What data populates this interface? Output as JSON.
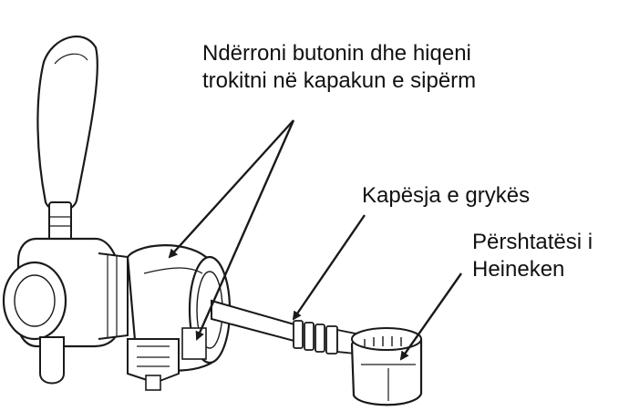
{
  "labels": {
    "top_cap": {
      "line1": "Ndërroni butonin dhe hiqeni",
      "line2": "trokitni në kapakun e sipërm"
    },
    "neck_clip": "Kapësja e grykës",
    "heineken_adapter": {
      "line1": "Përshtatësi i",
      "line2": "Heineken"
    }
  },
  "colors": {
    "outline": "#1a1a1a",
    "fill": "#ffffff",
    "shade": "#d9d9d9",
    "text": "#111111"
  }
}
